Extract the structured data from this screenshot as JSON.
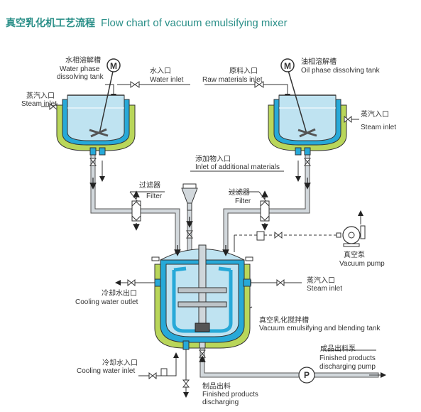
{
  "title": {
    "cn": "真空乳化机工艺流程",
    "en": "Flow chart of vacuum emulsifying mixer"
  },
  "colors": {
    "jacket_green": "#b9d65a",
    "jacket_blue": "#27a9d8",
    "liquid": "#bfe3f1",
    "pipe": "#d2d8dc",
    "title": "#2a8f88"
  },
  "labels": {
    "water_tank_cn": "水相溶解槽",
    "water_tank_en1": "Water phase",
    "water_tank_en2": "dissolving tank",
    "water_inlet_cn": "水入口",
    "water_inlet_en": "Water inlet",
    "raw_inlet_cn": "原料入口",
    "raw_inlet_en": "Raw materials inlet",
    "oil_tank_cn": "油相溶解槽",
    "oil_tank_en": "Oil phase dissolving tank",
    "steam_left_cn": "蒸汽入口",
    "steam_left_en": "Steam inlet",
    "steam_right_cn": "蒸汽入口",
    "steam_right_en": "Steam inlet",
    "additional_cn": "添加物入口",
    "additional_en": "Inlet of additional materials",
    "filter_left_cn": "过滤器",
    "filter_left_en": "Filter",
    "filter_right_cn": "过滤器",
    "filter_right_en": "Filter",
    "vacuum_pump_cn": "真空泵",
    "vacuum_pump_en": "Vacuum pump",
    "cooling_out_cn": "冷却水出口",
    "cooling_out_en": "Cooling water outlet",
    "steam_main_cn": "蒸汽入口",
    "steam_main_en": "Steam inlet",
    "main_tank_cn": "真空乳化搅拌槽",
    "main_tank_en": "Vacuum emulsifying and blending tank",
    "finished_pump_cn": "成品出料泵",
    "finished_pump_en1": "Finished products",
    "finished_pump_en2": "discharging pump",
    "cooling_in_cn": "冷却水入口",
    "cooling_in_en": "Cooling water inlet",
    "discharge_cn": "制品出料",
    "discharge_en1": "Finished products",
    "discharge_en2": "discharging",
    "motor_left": "M",
    "motor_right": "M",
    "pump_p": "P"
  }
}
